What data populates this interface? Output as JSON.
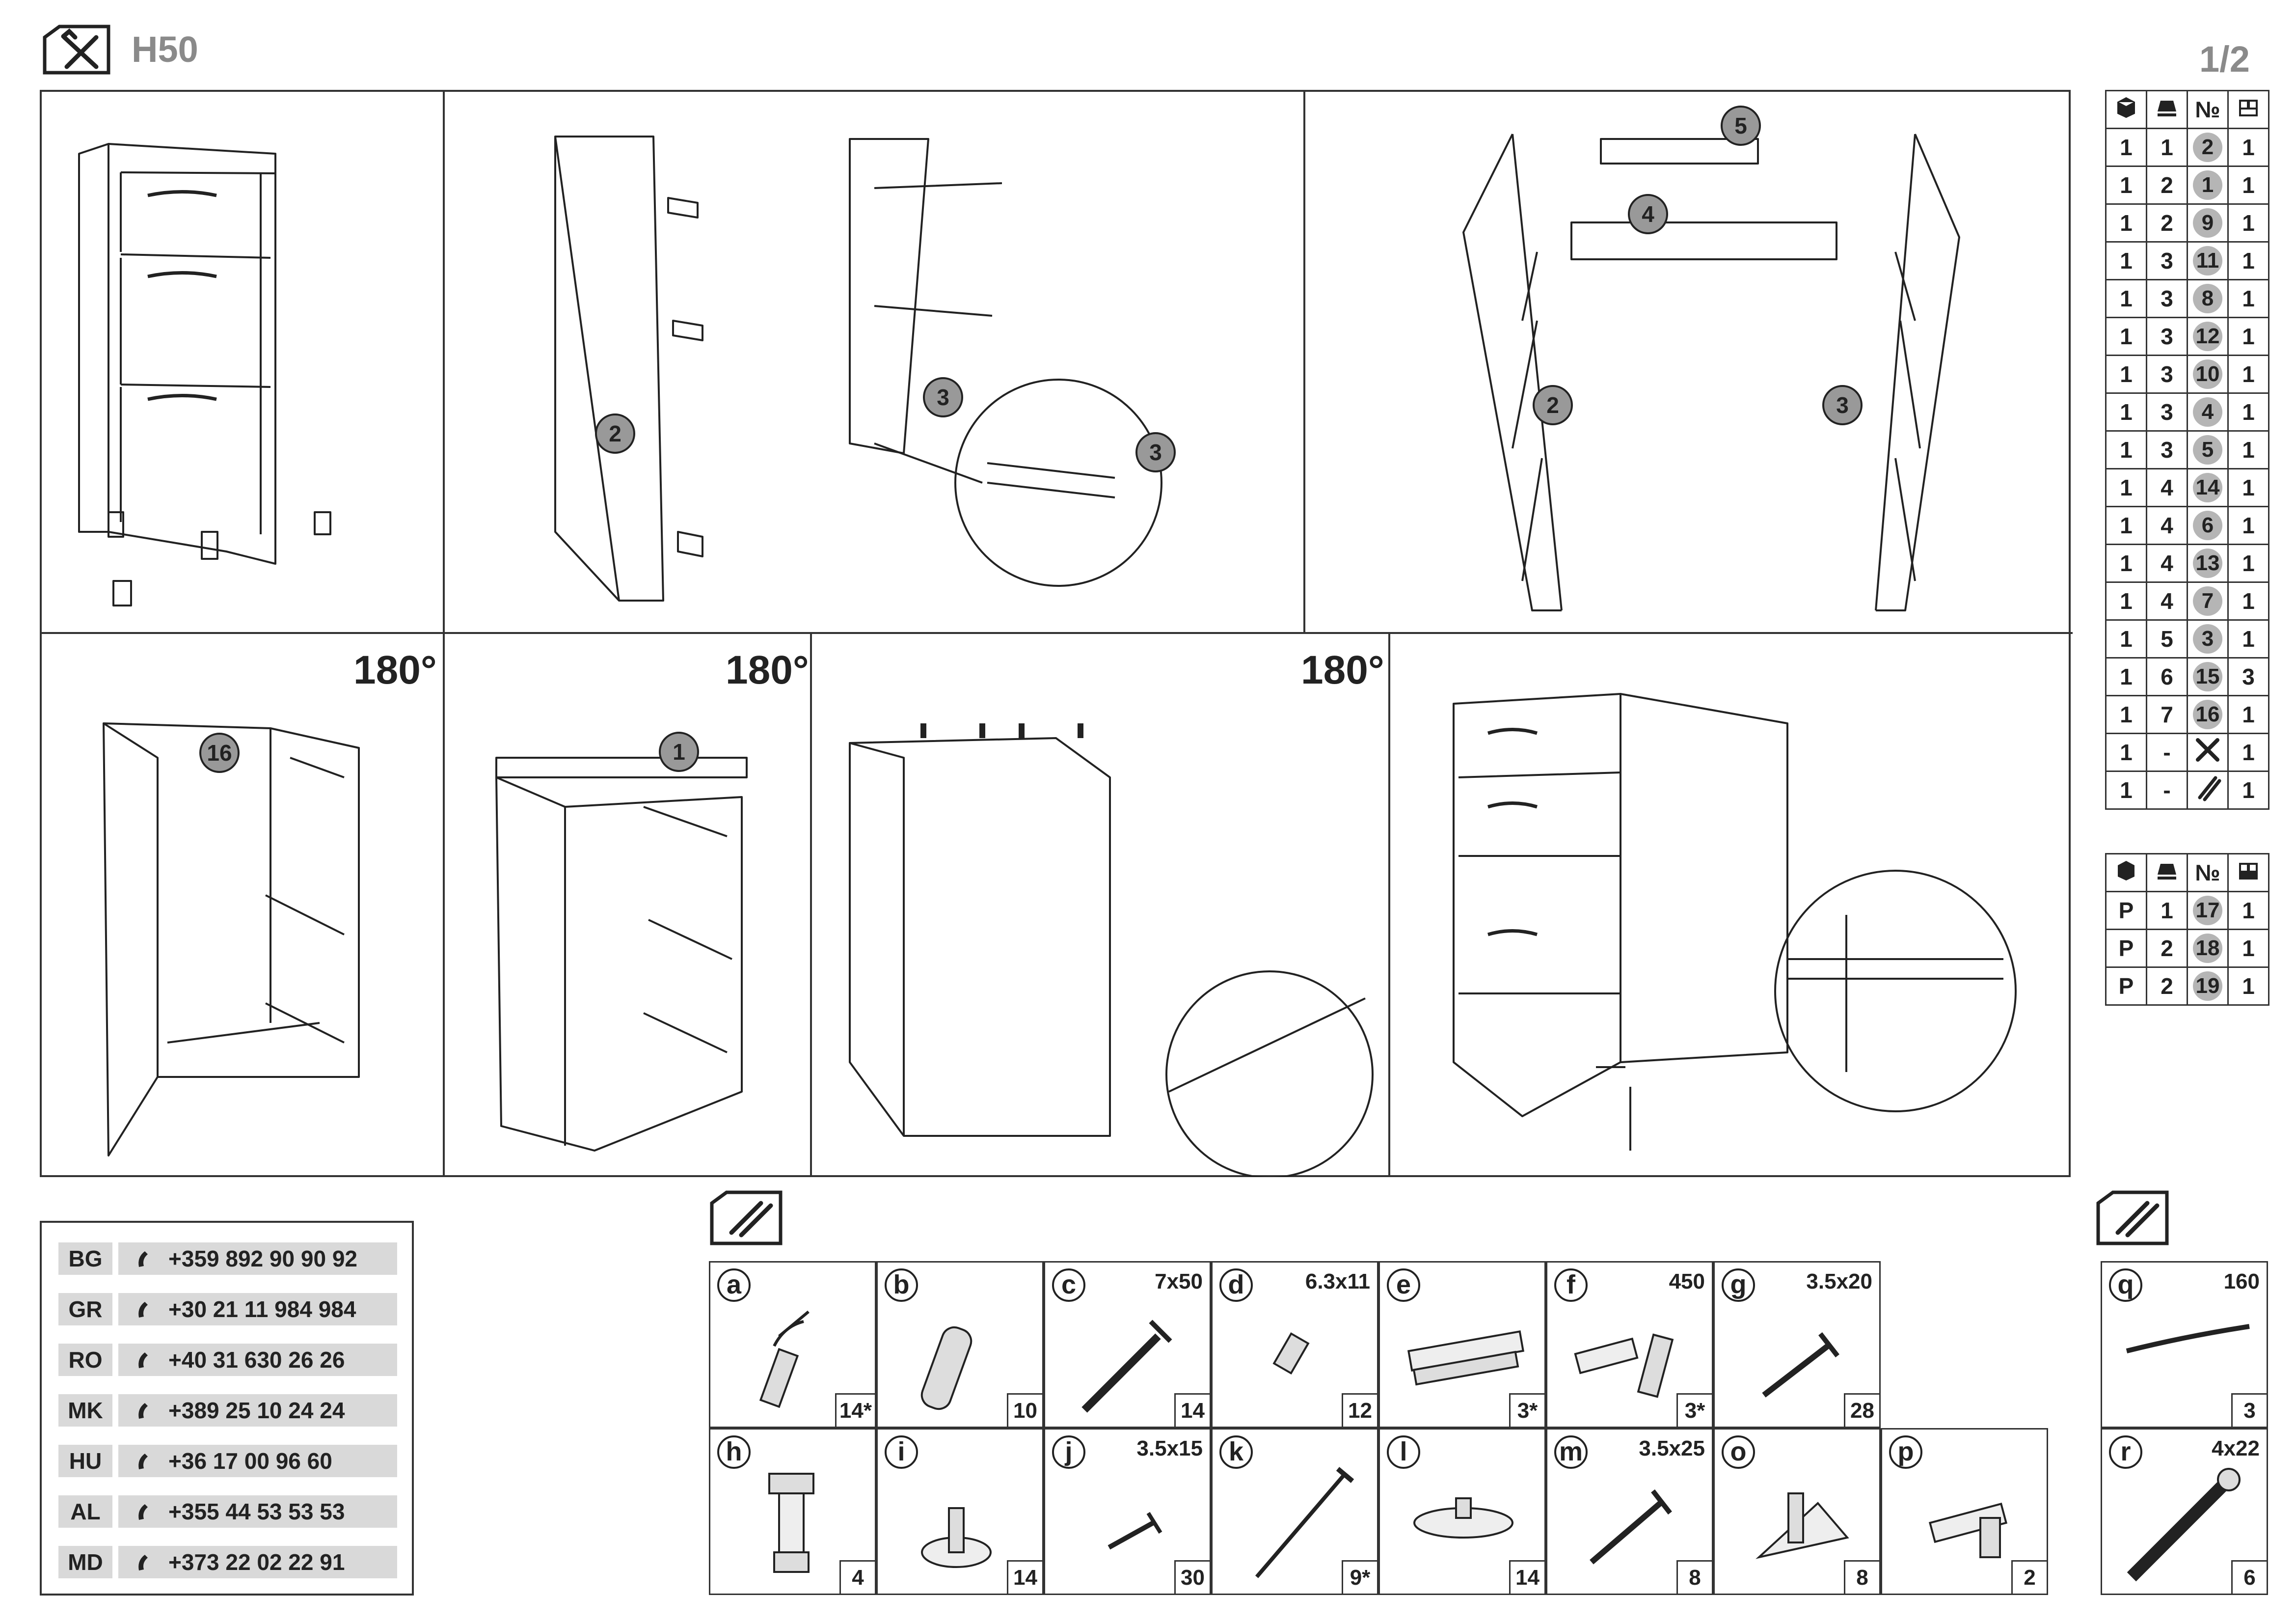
{
  "header": {
    "title": "H50",
    "page": "1/2",
    "icon": "tools-icon"
  },
  "diagram": {
    "rotate_label": "180°",
    "panel_numbers": [
      "2",
      "3",
      "3",
      "5",
      "4",
      "2",
      "3",
      "16",
      "1"
    ]
  },
  "parts_table_1": {
    "header_icons": [
      "box-icon",
      "stack-icon",
      "number-sign-icon",
      "package-icon"
    ],
    "number_label": "№",
    "rows": [
      [
        "1",
        "1",
        "2",
        "1"
      ],
      [
        "1",
        "2",
        "1",
        "1"
      ],
      [
        "1",
        "2",
        "9",
        "1"
      ],
      [
        "1",
        "3",
        "11",
        "1"
      ],
      [
        "1",
        "3",
        "8",
        "1"
      ],
      [
        "1",
        "3",
        "12",
        "1"
      ],
      [
        "1",
        "3",
        "10",
        "1"
      ],
      [
        "1",
        "3",
        "4",
        "1"
      ],
      [
        "1",
        "3",
        "5",
        "1"
      ],
      [
        "1",
        "4",
        "14",
        "1"
      ],
      [
        "1",
        "4",
        "6",
        "1"
      ],
      [
        "1",
        "4",
        "13",
        "1"
      ],
      [
        "1",
        "4",
        "7",
        "1"
      ],
      [
        "1",
        "5",
        "3",
        "1"
      ],
      [
        "1",
        "6",
        "15",
        "3"
      ],
      [
        "1",
        "7",
        "16",
        "1"
      ],
      [
        "1",
        "-",
        "tools-icon",
        "1"
      ],
      [
        "1",
        "-",
        "fittings-bag-icon",
        "1"
      ]
    ]
  },
  "parts_table_2": {
    "number_label": "№",
    "rows": [
      [
        "P",
        "1",
        "17",
        "1"
      ],
      [
        "P",
        "2",
        "18",
        "1"
      ],
      [
        "P",
        "2",
        "19",
        "1"
      ]
    ]
  },
  "contacts": [
    {
      "code": "BG",
      "phone": "+359 892 90 90 92"
    },
    {
      "code": "GR",
      "phone": "+30 21 11 984 984"
    },
    {
      "code": "RO",
      "phone": "+40 31 630 26 26"
    },
    {
      "code": "MK",
      "phone": "+389 25 10 24 24"
    },
    {
      "code": "HU",
      "phone": "+36 17 00 96 60"
    },
    {
      "code": "AL",
      "phone": "+355 44 53 53 53"
    },
    {
      "code": "MD",
      "phone": "+373 22 02 22 91"
    }
  ],
  "hardware": [
    {
      "letter": "a",
      "size": "",
      "qty": "14*"
    },
    {
      "letter": "b",
      "size": "",
      "qty": "10"
    },
    {
      "letter": "c",
      "size": "7x50",
      "qty": "14"
    },
    {
      "letter": "d",
      "size": "6.3x11",
      "qty": "12"
    },
    {
      "letter": "e",
      "size": "",
      "qty": "3*"
    },
    {
      "letter": "f",
      "size": "450",
      "qty": "3*"
    },
    {
      "letter": "g",
      "size": "3.5x20",
      "qty": "28"
    },
    {
      "letter": "h",
      "size": "",
      "qty": "4"
    },
    {
      "letter": "i",
      "size": "",
      "qty": "14"
    },
    {
      "letter": "j",
      "size": "3.5x15",
      "qty": "30"
    },
    {
      "letter": "k",
      "size": "",
      "qty": "9*"
    },
    {
      "letter": "l",
      "size": "",
      "qty": "14"
    },
    {
      "letter": "m",
      "size": "3.5x25",
      "qty": "8"
    },
    {
      "letter": "o",
      "size": "",
      "qty": "8"
    },
    {
      "letter": "p",
      "size": "",
      "qty": "2"
    }
  ],
  "hardware_extra": [
    {
      "letter": "q",
      "size": "160",
      "qty": "3"
    },
    {
      "letter": "r",
      "size": "4x22",
      "qty": "6"
    }
  ]
}
